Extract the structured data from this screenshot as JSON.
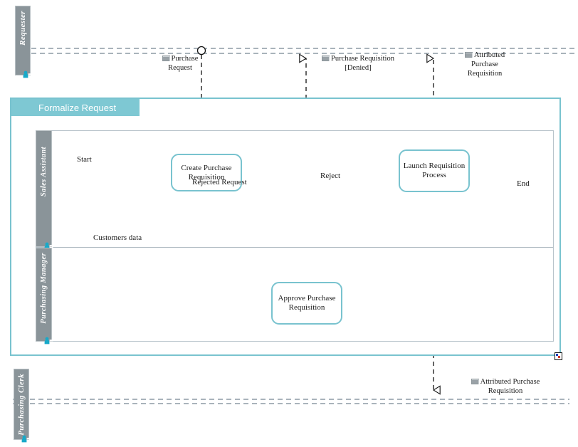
{
  "diagram": {
    "type": "bpmn-collaboration",
    "accent_color": "#79c3cf",
    "lane_header_color": "#8a9499",
    "title_banner_color": "#7ec8d3"
  },
  "pools": [
    {
      "id": "requester",
      "label": "Requester",
      "icon": "participant-icon"
    },
    {
      "id": "purchasing_clerk",
      "label": "Purchasing Clerk",
      "icon": "participant-icon"
    }
  ],
  "subprocess": {
    "title": "Formalize Request",
    "lanes": [
      {
        "id": "sales_assistant",
        "label": "Sales Assistant",
        "icon": "participant-icon"
      },
      {
        "id": "purchasing_manager",
        "label": "Purchasing Manager",
        "icon": "participant-icon"
      }
    ]
  },
  "events": [
    {
      "id": "start",
      "label": "Start",
      "kind": "start-event"
    },
    {
      "id": "end",
      "label": "End",
      "kind": "end-event"
    },
    {
      "id": "reject",
      "label": "Reject",
      "kind": "message-end-event"
    }
  ],
  "tasks": [
    {
      "id": "create_pr",
      "label": "Create Purchase Requisition",
      "lane": "sales_assistant"
    },
    {
      "id": "launch_rp",
      "label": "Launch Requisition Process",
      "lane": "sales_assistant"
    },
    {
      "id": "approve_pr",
      "label": "Approve Purchase Requisition",
      "lane": "purchasing_manager"
    }
  ],
  "annotations": [
    {
      "id": "rejected_request",
      "label": "Rejected Request"
    }
  ],
  "data_objects": [
    {
      "id": "customers_data",
      "label": "Customers data"
    }
  ],
  "message_flows": [
    {
      "id": "mf_purchase_request",
      "label": "Purchase\nRequest",
      "line1": "Purchase",
      "line2": "Request",
      "direction": "down"
    },
    {
      "id": "mf_pr_denied",
      "label": "Purchase Requisition [Denied]",
      "line1": "Purchase Requisition",
      "line2": "[Denied]",
      "direction": "up"
    },
    {
      "id": "mf_attributed_pr_top",
      "label": "Attributed Purchase Requisition",
      "line1": "Attributed",
      "line2": "Purchase",
      "line3": "Requisition",
      "direction": "up"
    },
    {
      "id": "mf_attributed_pr_bottom",
      "label": "Attributed Purchase Requisition",
      "line1": "Attributed Purchase",
      "line2": "Requisition",
      "direction": "down"
    }
  ],
  "markers": {
    "resize_handle": "resize-handle-icon"
  }
}
